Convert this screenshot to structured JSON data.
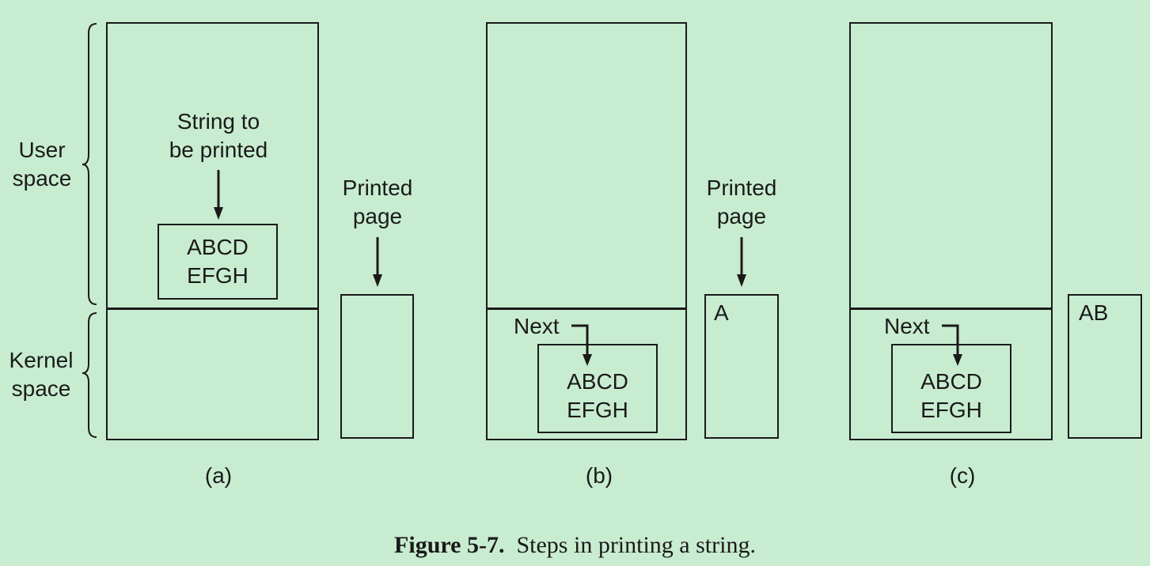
{
  "side_labels": {
    "user_space": [
      "User",
      "space"
    ],
    "kernel_space": [
      "Kernel",
      "space"
    ]
  },
  "panel_a": {
    "string_label": [
      "String to",
      "be printed"
    ],
    "buffer_lines": [
      "ABCD",
      "EFGH"
    ],
    "printed_page_label": [
      "Printed",
      "page"
    ],
    "printed_content": "",
    "sublabel": "(a)"
  },
  "panel_b": {
    "next_label": "Next",
    "buffer_lines": [
      "ABCD",
      "EFGH"
    ],
    "printed_page_label": [
      "Printed",
      "page"
    ],
    "printed_content": "A",
    "sublabel": "(b)"
  },
  "panel_c": {
    "next_label": "Next",
    "buffer_lines": [
      "ABCD",
      "EFGH"
    ],
    "printed_content": "AB",
    "sublabel": "(c)"
  },
  "caption": {
    "number": "Figure 5-7.",
    "text": "Steps in printing a string."
  }
}
